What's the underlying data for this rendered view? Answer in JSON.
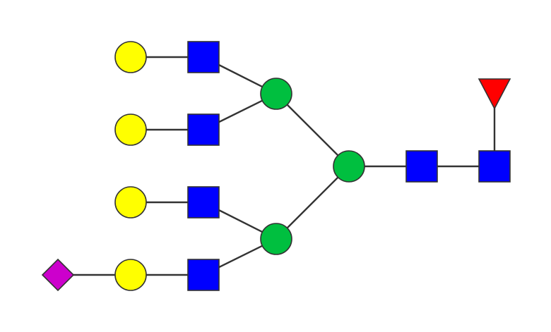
{
  "colors": {
    "background": "#ffffff",
    "edge": "#333333",
    "outline": "#333333",
    "galactose": "#ffff00",
    "glcnac": "#0000ff",
    "mannose": "#00bf3f",
    "fucose": "#ff0000",
    "sialic_acid": "#cc00cc"
  },
  "glycan": {
    "nodes": [
      {
        "id": "r1",
        "shape": "square",
        "residue": "glcnac"
      },
      {
        "id": "r2",
        "shape": "square",
        "residue": "glcnac"
      },
      {
        "id": "fuc",
        "shape": "triangle",
        "residue": "fucose"
      },
      {
        "id": "man_core",
        "shape": "circle",
        "residue": "mannose"
      },
      {
        "id": "man_a",
        "shape": "circle",
        "residue": "mannose"
      },
      {
        "id": "man_b",
        "shape": "circle",
        "residue": "mannose"
      },
      {
        "id": "gn1",
        "shape": "square",
        "residue": "glcnac"
      },
      {
        "id": "gn2",
        "shape": "square",
        "residue": "glcnac"
      },
      {
        "id": "gn3",
        "shape": "square",
        "residue": "glcnac"
      },
      {
        "id": "gn4",
        "shape": "square",
        "residue": "glcnac"
      },
      {
        "id": "gal1",
        "shape": "circle",
        "residue": "galactose"
      },
      {
        "id": "gal2",
        "shape": "circle",
        "residue": "galactose"
      },
      {
        "id": "gal3",
        "shape": "circle",
        "residue": "galactose"
      },
      {
        "id": "gal4",
        "shape": "circle",
        "residue": "galactose"
      },
      {
        "id": "sia",
        "shape": "diamond",
        "residue": "sialic_acid"
      }
    ],
    "edges": [
      [
        "r1",
        "fuc"
      ],
      [
        "r1",
        "r2"
      ],
      [
        "r2",
        "man_core"
      ],
      [
        "man_core",
        "man_a"
      ],
      [
        "man_core",
        "man_b"
      ],
      [
        "man_a",
        "gn1"
      ],
      [
        "man_a",
        "gn2"
      ],
      [
        "man_b",
        "gn3"
      ],
      [
        "man_b",
        "gn4"
      ],
      [
        "gn1",
        "gal1"
      ],
      [
        "gn2",
        "gal2"
      ],
      [
        "gn3",
        "gal3"
      ],
      [
        "gn4",
        "gal4"
      ],
      [
        "gal4",
        "sia"
      ]
    ]
  }
}
